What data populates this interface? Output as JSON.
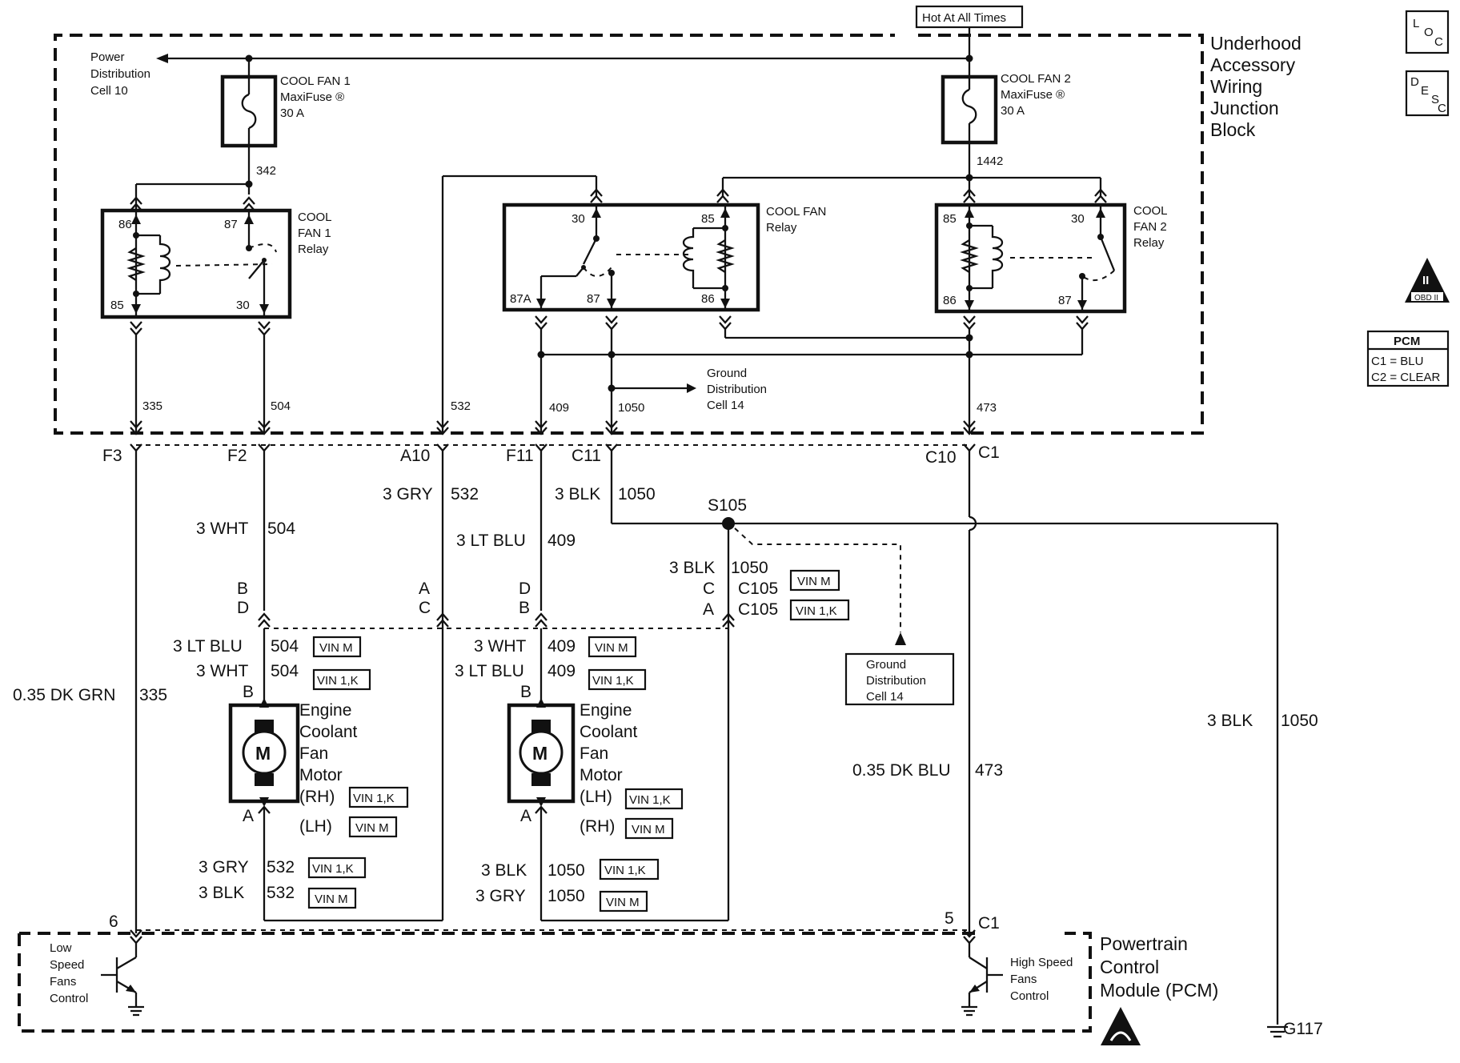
{
  "hot_at_all_times": "Hot At All Times",
  "underhood": {
    "l1": "Underhood",
    "l2": "Accessory",
    "l3": "Wiring",
    "l4": "Junction",
    "l5": "Block"
  },
  "loc_icon": {
    "a": "L",
    "b": "O",
    "c": "C"
  },
  "desc_icon": {
    "a": "D",
    "b": "E",
    "c": "S",
    "d": "C"
  },
  "obd_icon": {
    "numeral": "II",
    "text": "OBD II"
  },
  "pcm_legend": {
    "title": "PCM",
    "c1": "C1 = BLU",
    "c2": "C2 = CLEAR"
  },
  "power_dist": {
    "l1": "Power",
    "l2": "Distribution",
    "l3": "Cell 10"
  },
  "fuse1": {
    "l1": "COOL FAN 1",
    "l2": "MaxiFuse ®",
    "l3": "30 A"
  },
  "fuse2": {
    "l1": "COOL FAN 2",
    "l2": "MaxiFuse ®",
    "l3": "30 A"
  },
  "relay1": {
    "l1": "COOL",
    "l2": "FAN 1",
    "l3": "Relay",
    "p86": "86",
    "p87": "87",
    "p85": "85",
    "p30": "30"
  },
  "relay_mid": {
    "l1": "COOL FAN",
    "l2": "Relay",
    "p30": "30",
    "p85": "85",
    "p87a": "87A",
    "p87": "87",
    "p86": "86"
  },
  "relay2": {
    "l1": "COOL",
    "l2": "FAN 2",
    "l3": "Relay",
    "p85": "85",
    "p30": "30",
    "p86": "86",
    "p87": "87"
  },
  "circuits": {
    "c342": "342",
    "c1442": "1442",
    "c335": "335",
    "c504": "504",
    "c532": "532",
    "c409": "409",
    "c1050": "1050",
    "c473": "473"
  },
  "ground_dist_top": {
    "l1": "Ground",
    "l2": "Distribution",
    "l3": "Cell 14"
  },
  "ground_dist_bot": {
    "l1": "Ground",
    "l2": "Distribution",
    "l3": "Cell 14"
  },
  "connectors": {
    "f3": "F3",
    "f2": "F2",
    "a10": "A10",
    "f11": "F11",
    "c11": "C11",
    "c10": "C10",
    "c1": "C1"
  },
  "splice": "S105",
  "wires": {
    "gry532": "3 GRY",
    "n532": "532",
    "blk1050": "3 BLK",
    "n1050": "1050",
    "wht504": "3 WHT",
    "n504": "504",
    "ltblu409": "3 LT BLU",
    "n409": "409",
    "blk1050b": "3 BLK",
    "n1050b": "1050",
    "dkgrn": "0.35 DK GRN",
    "n335": "335",
    "dkblu": "0.35 DK BLU",
    "n473": "473",
    "blk1050r": "3 BLK",
    "n1050r": "1050"
  },
  "motor_conn": {
    "b": "B",
    "d": "D",
    "a": "A",
    "c": "C",
    "d2": "D",
    "b2": "B",
    "c105_c": "C",
    "c105_a": "A",
    "c105": "C105",
    "c105b": "C105"
  },
  "vin": {
    "m": "VIN M",
    "k": "VIN 1,K"
  },
  "m1": {
    "top1_color": "3 LT BLU",
    "top1_num": "504",
    "top2_color": "3 WHT",
    "top2_num": "504",
    "pin_b": "B",
    "pin_a": "A",
    "glyph": "M",
    "l1": "Engine",
    "l2": "Coolant",
    "l3": "Fan",
    "l4": "Motor",
    "rh": "(RH)",
    "lh": "(LH)",
    "bot1_color": "3 GRY",
    "bot1_num": "532",
    "bot2_color": "3 BLK",
    "bot2_num": "532"
  },
  "m2": {
    "top1_color": "3 WHT",
    "top1_num": "409",
    "top2_color": "3 LT BLU",
    "top2_num": "409",
    "pin_b": "B",
    "pin_a": "A",
    "glyph": "M",
    "l1": "Engine",
    "l2": "Coolant",
    "l3": "Fan",
    "l4": "Motor",
    "lh": "(LH)",
    "rh": "(RH)",
    "bot1_color": "3 BLK",
    "bot1_num": "1050",
    "bot2_color": "3 GRY",
    "bot2_num": "1050"
  },
  "pcm": {
    "pin6": "6",
    "pin5": "5",
    "c1": "C1",
    "low": {
      "l1": "Low",
      "l2": "Speed",
      "l3": "Fans",
      "l4": "Control"
    },
    "high": {
      "l1": "High Speed",
      "l2": "Fans",
      "l3": "Control"
    },
    "name": {
      "l1": "Powertrain",
      "l2": "Control",
      "l3": "Module (PCM)"
    }
  },
  "ground_g117": "G117"
}
